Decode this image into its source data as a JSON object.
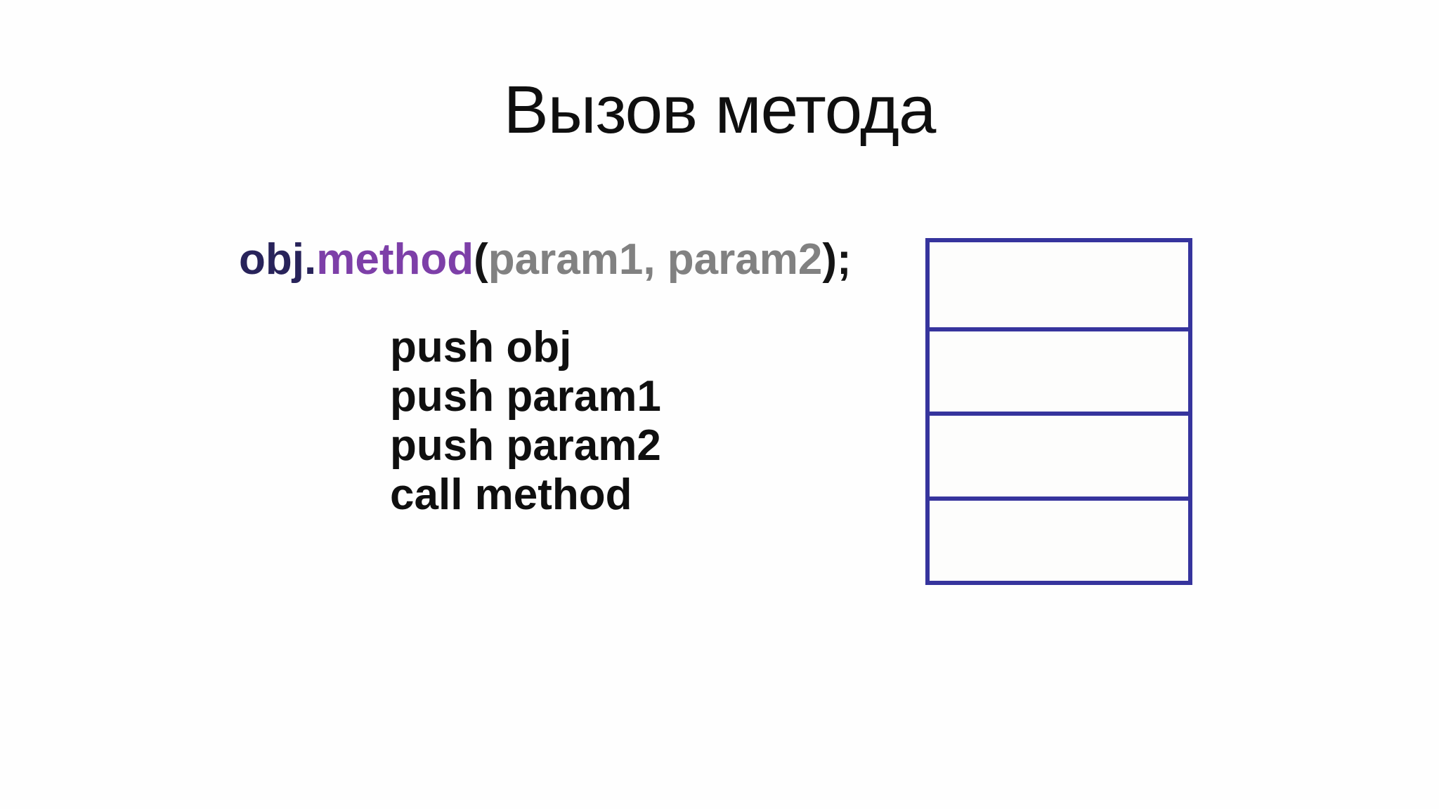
{
  "slide": {
    "title": "Вызов метода",
    "code": {
      "object": "obj.",
      "method": "method",
      "open_paren": "(",
      "param1": "param1",
      "separator": ", ",
      "param2": "param2",
      "close": ");"
    },
    "assembly": {
      "lines": [
        "push obj",
        "push param1",
        "push param2",
        "call method"
      ]
    },
    "stack_diagram": {
      "cell_count": 4,
      "cells": [
        "",
        "",
        "",
        ""
      ],
      "border_color": "#36349d"
    },
    "colors": {
      "background": "#fefefe",
      "title_text": "#0f0f0f",
      "code_object": "#28235a",
      "code_method": "#7d3fa8",
      "code_punctuation": "#141414",
      "code_params": "#818181",
      "assembly_text": "#0f0f0f",
      "stack_border": "#36349d"
    }
  }
}
